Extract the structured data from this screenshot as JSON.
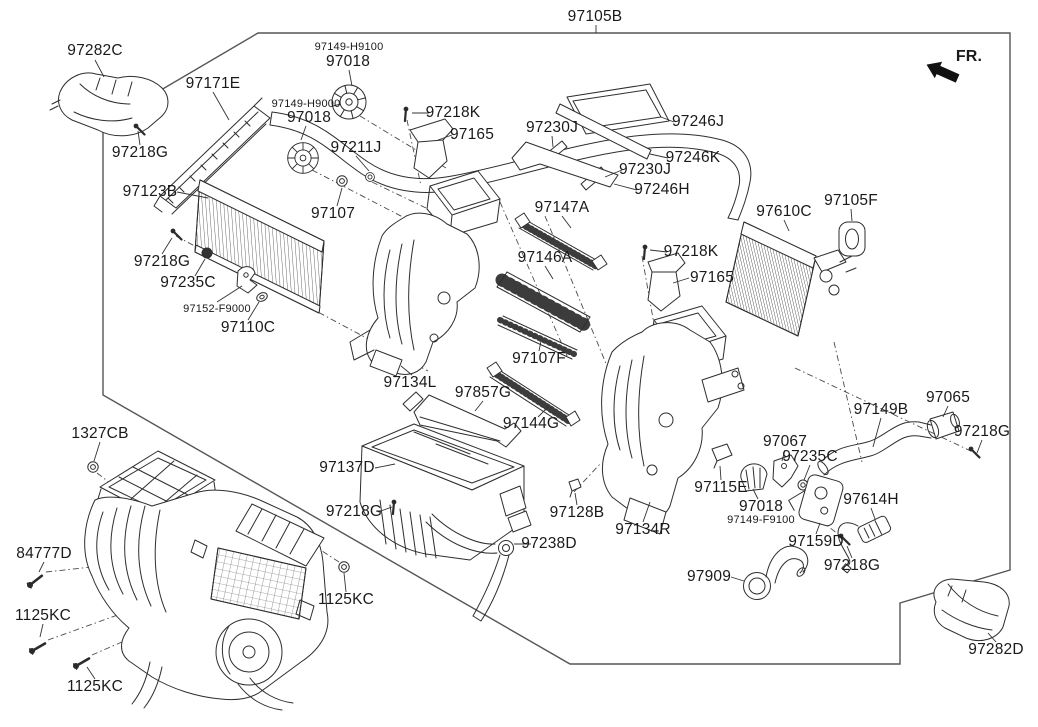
{
  "diagram": {
    "fr_indicator": "FR.",
    "colors": {
      "background": "#ffffff",
      "line": "#2e2e2e"
    },
    "callouts": [
      {
        "text": "97105B"
      },
      {
        "text": "97282C"
      },
      {
        "text": "97171E"
      },
      {
        "text": "97149-H9100"
      },
      {
        "text": "97018"
      },
      {
        "text": "97149-H9000"
      },
      {
        "text": "97018"
      },
      {
        "text": "97218K"
      },
      {
        "text": "97165"
      },
      {
        "text": "97211J"
      },
      {
        "text": "97107"
      },
      {
        "text": "97218G"
      },
      {
        "text": "97123B"
      },
      {
        "text": "97218G"
      },
      {
        "text": "97235C"
      },
      {
        "text": "97152-F9000"
      },
      {
        "text": "97110C"
      },
      {
        "text": "97230J"
      },
      {
        "text": "97246J"
      },
      {
        "text": "97246K"
      },
      {
        "text": "97230J"
      },
      {
        "text": "97246H"
      },
      {
        "text": "97147A"
      },
      {
        "text": "97146A"
      },
      {
        "text": "97218K"
      },
      {
        "text": "97165"
      },
      {
        "text": "97610C"
      },
      {
        "text": "97105F"
      },
      {
        "text": "97107F"
      },
      {
        "text": "97134L"
      },
      {
        "text": "97857G"
      },
      {
        "text": "97144G"
      },
      {
        "text": "97149B"
      },
      {
        "text": "97065"
      },
      {
        "text": "97218G"
      },
      {
        "text": "1327CB"
      },
      {
        "text": "97137D"
      },
      {
        "text": "97067"
      },
      {
        "text": "97235C"
      },
      {
        "text": "97115E"
      },
      {
        "text": "97218G"
      },
      {
        "text": "97128B"
      },
      {
        "text": "97018"
      },
      {
        "text": "97149-F9100"
      },
      {
        "text": "97134R"
      },
      {
        "text": "97614H"
      },
      {
        "text": "97159D"
      },
      {
        "text": "84777D"
      },
      {
        "text": "97238D"
      },
      {
        "text": "97218G"
      },
      {
        "text": "97909"
      },
      {
        "text": "1125KC"
      },
      {
        "text": "1125KC"
      },
      {
        "text": "97282D"
      },
      {
        "text": "1125KC"
      }
    ]
  }
}
